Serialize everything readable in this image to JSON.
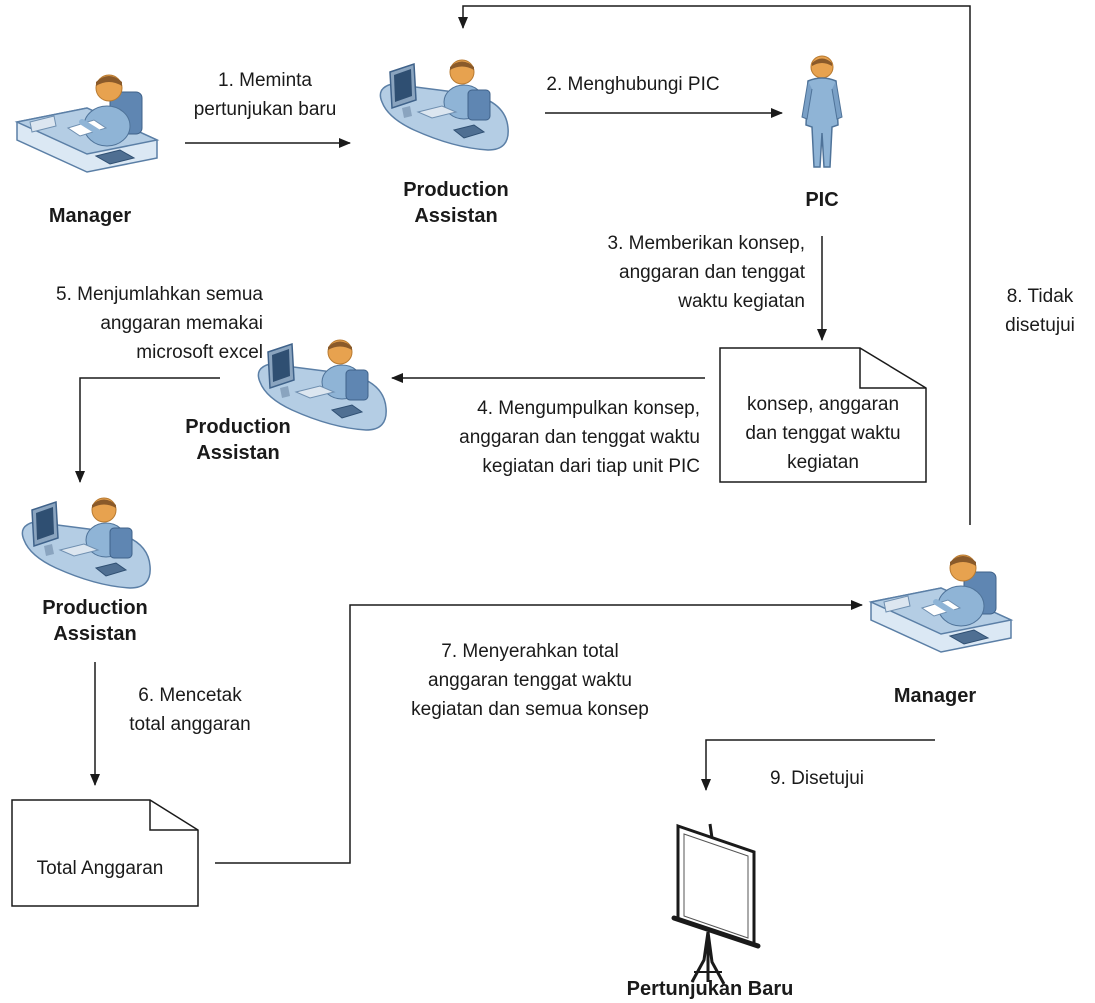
{
  "actors": {
    "manager_top": {
      "label": [
        "Manager"
      ],
      "icon": "manager-desk-icon"
    },
    "pa_top": {
      "label": [
        "Production",
        "Assistan"
      ],
      "icon": "workstation-icon"
    },
    "pic": {
      "label": [
        "PIC"
      ],
      "icon": "person-icon"
    },
    "pa_mid": {
      "label": [
        "Production",
        "Assistan"
      ],
      "icon": "workstation-icon"
    },
    "pa_left": {
      "label": [
        "Production",
        "Assistan"
      ],
      "icon": "workstation-icon"
    },
    "manager_right": {
      "label": [
        "Manager"
      ],
      "icon": "manager-desk-icon"
    },
    "new_show": {
      "label": [
        "Pertunjukan Baru"
      ],
      "icon": "projection-screen-icon"
    }
  },
  "documents": {
    "concept_doc": {
      "lines": [
        "konsep, anggaran",
        "dan tenggat waktu",
        "kegiatan"
      ],
      "icon": "document-icon"
    },
    "budget_doc": {
      "lines": [
        "Total Anggaran"
      ],
      "icon": "document-icon"
    }
  },
  "steps": {
    "s1": [
      "1. Meminta",
      "pertunjukan baru"
    ],
    "s2": [
      "2. Menghubungi PIC"
    ],
    "s3": [
      "3. Memberikan konsep,",
      "anggaran dan tenggat",
      "waktu kegiatan"
    ],
    "s4": [
      "4. Mengumpulkan konsep,",
      "anggaran dan tenggat waktu",
      "kegiatan dari tiap unit PIC"
    ],
    "s5": [
      "5. Menjumlahkan semua",
      "anggaran memakai",
      "microsoft excel"
    ],
    "s6": [
      "6. Mencetak",
      "total anggaran"
    ],
    "s7": [
      "7. Menyerahkan total",
      "anggaran tenggat waktu",
      "kegiatan dan semua konsep"
    ],
    "s8": [
      "8. Tidak",
      "disetujui"
    ],
    "s9": [
      "9. Disetujui"
    ]
  },
  "colors": {
    "desk": "#b4cde4",
    "desk_edge": "#5b7fa6",
    "skin": "#e7a24f",
    "body": "#8fb4d6",
    "line": "#1a1a1a"
  }
}
